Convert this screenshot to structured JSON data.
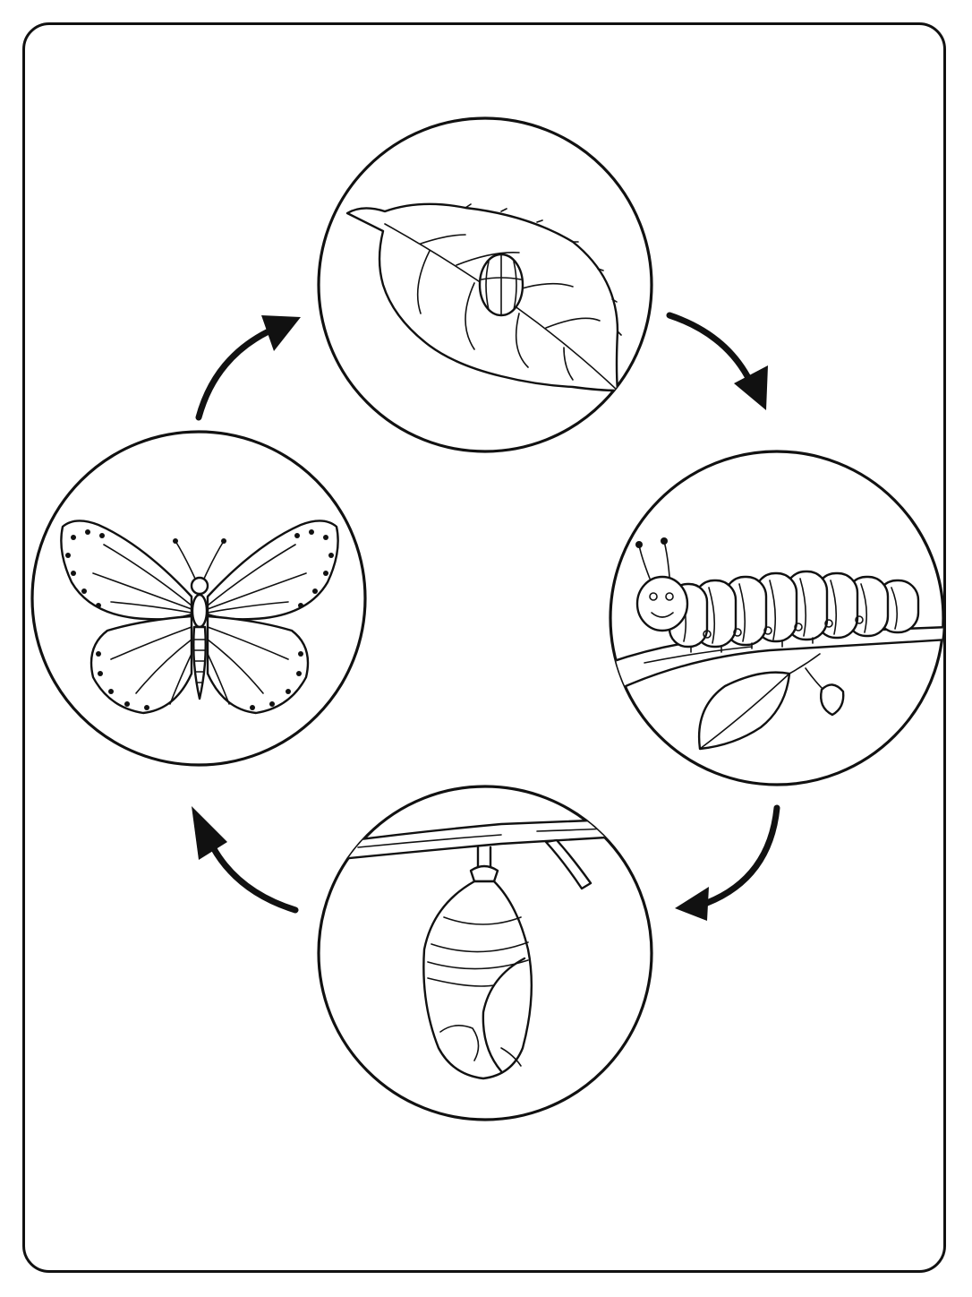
{
  "diagram": {
    "type": "cycle",
    "stages": [
      {
        "id": "egg",
        "icon": "egg-on-leaf-icon"
      },
      {
        "id": "caterpillar",
        "icon": "caterpillar-icon"
      },
      {
        "id": "chrysalis",
        "icon": "chrysalis-icon"
      },
      {
        "id": "butterfly",
        "icon": "butterfly-icon"
      }
    ],
    "arrows": [
      "egg-to-caterpillar",
      "caterpillar-to-chrysalis",
      "chrysalis-to-butterfly",
      "butterfly-to-egg"
    ],
    "colors": {
      "line": "#111111",
      "background": "#ffffff"
    }
  }
}
